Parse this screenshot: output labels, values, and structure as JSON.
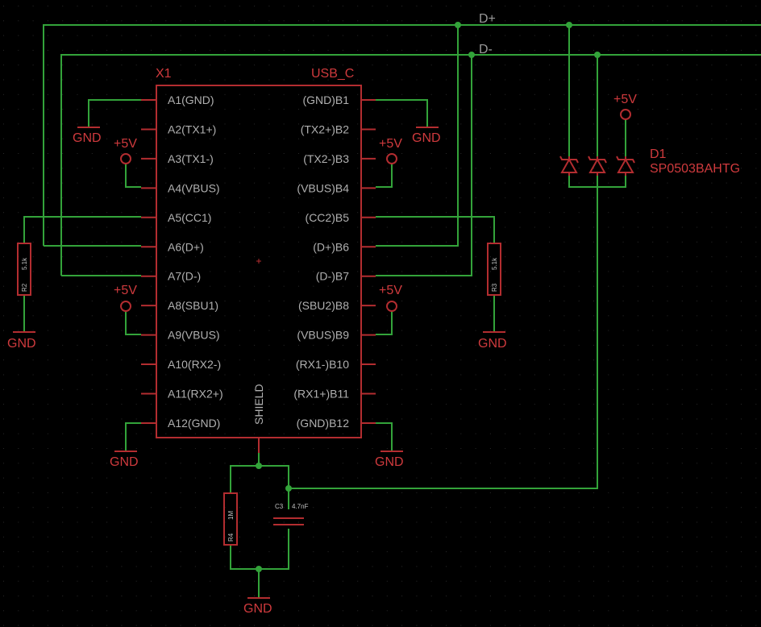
{
  "theme": {
    "background": "#000000",
    "wire_color": "#33a33a",
    "part_color": "#b32d30",
    "label_color": "#cf3a3d",
    "pin_text_color": "#b0b0b0",
    "net_text_color": "#9a9a9a"
  },
  "nets": {
    "d_plus": "D+",
    "d_minus": "D-"
  },
  "connector": {
    "name": "X1",
    "value": "USB_C",
    "shield": "SHIELD",
    "left_pins": [
      "A1(GND)",
      "A2(TX1+)",
      "A3(TX1-)",
      "A4(VBUS)",
      "A5(CC1)",
      "A6(D+)",
      "A7(D-)",
      "A8(SBU1)",
      "A9(VBUS)",
      "A10(RX2-)",
      "A11(RX2+)",
      "A12(GND)"
    ],
    "right_pins": [
      "(GND)B1",
      "(TX2+)B2",
      "(TX2-)B3",
      "(VBUS)B4",
      "(CC2)B5",
      "(D+)B6",
      "(D-)B7",
      "(SBU2)B8",
      "(VBUS)B9",
      "(RX1-)B10",
      "(RX1+)B11",
      "(GND)B12"
    ]
  },
  "power": {
    "gnd": "GND",
    "vcc": "+5V"
  },
  "resistors": {
    "r2": {
      "name": "R2",
      "value": "5.1k"
    },
    "r3": {
      "name": "R3",
      "value": "5.1k"
    },
    "r4": {
      "name": "R4",
      "value": "1M"
    }
  },
  "capacitor": {
    "name": "C3",
    "value": "4.7nF"
  },
  "tvs": {
    "name": "D1",
    "value": "SP0503BAHTG"
  }
}
